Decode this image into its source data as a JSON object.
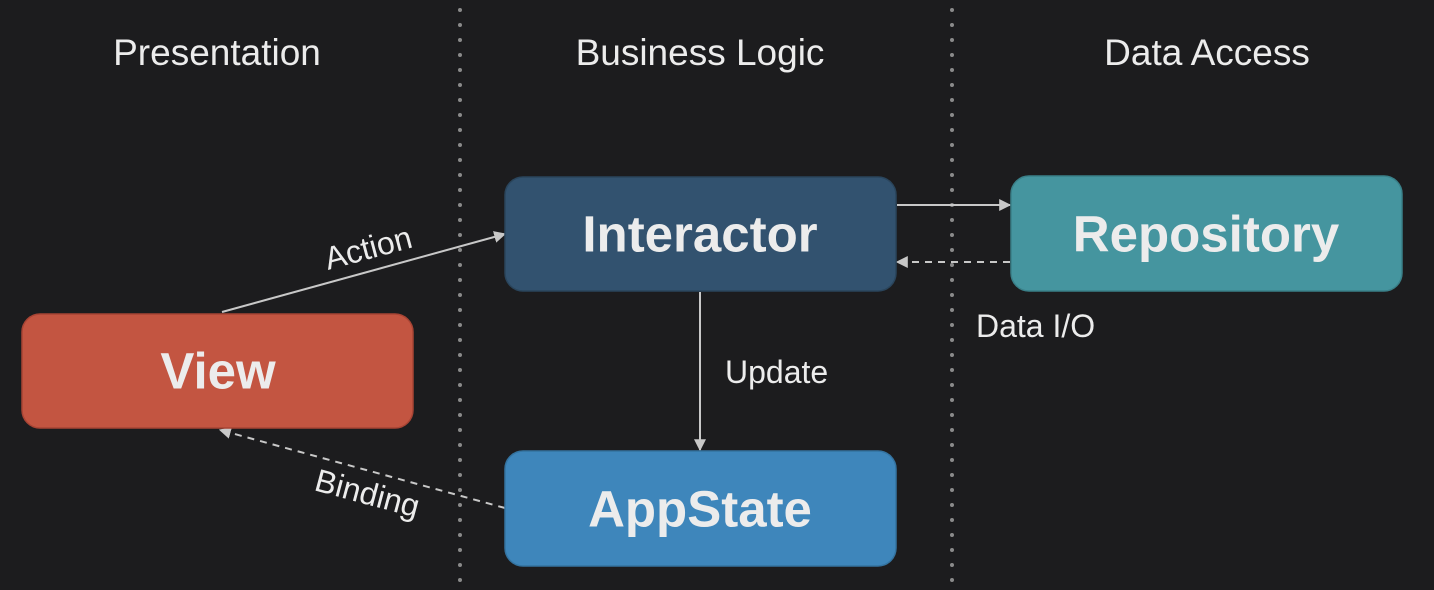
{
  "columns": {
    "presentation": "Presentation",
    "business_logic": "Business Logic",
    "data_access": "Data Access"
  },
  "nodes": {
    "view": {
      "label": "View",
      "color": "#c35541"
    },
    "interactor": {
      "label": "Interactor",
      "color": "#32526f"
    },
    "appstate": {
      "label": "AppState",
      "color": "#3e86bb"
    },
    "repository": {
      "label": "Repository",
      "color": "#45959f"
    }
  },
  "edges": {
    "action": "Action",
    "update": "Update",
    "binding": "Binding",
    "data_io": "Data I/O"
  }
}
